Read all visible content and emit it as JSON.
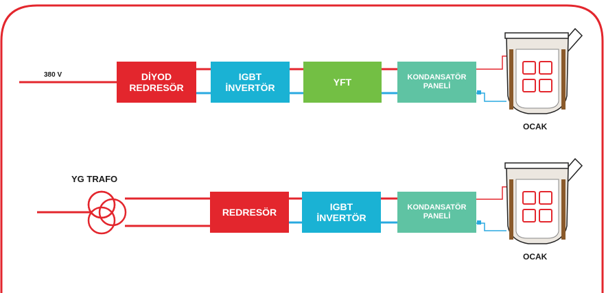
{
  "colors": {
    "frame": "#e3262d",
    "red_line": "#e3262d",
    "blue_line": "#29a9e0",
    "block_red": "#e3262d",
    "block_cyan": "#1ab2d4",
    "block_green": "#73bf44",
    "block_teal": "#5fc3a3"
  },
  "top_row": {
    "input_label": "380 V",
    "diode_rectifier": {
      "line1": "DİYOD",
      "line2": "REDRESÖR"
    },
    "igbt_inverter": {
      "line1": "IGBT",
      "line2": "İNVERTÖR"
    },
    "yft": {
      "line1": "YFT"
    },
    "capacitor_panel": {
      "line1": "KONDANSATÖR",
      "line2": "PANELİ"
    },
    "furnace_label": "OCAK"
  },
  "bottom_row": {
    "transformer_label": "YG TRAFO",
    "rectifier": {
      "line1": "REDRESÖR"
    },
    "igbt_inverter": {
      "line1": "IGBT",
      "line2": "İNVERTÖR"
    },
    "capacitor_panel": {
      "line1": "KONDANSATÖR",
      "line2": "PANELİ"
    },
    "furnace_label": "OCAK"
  }
}
